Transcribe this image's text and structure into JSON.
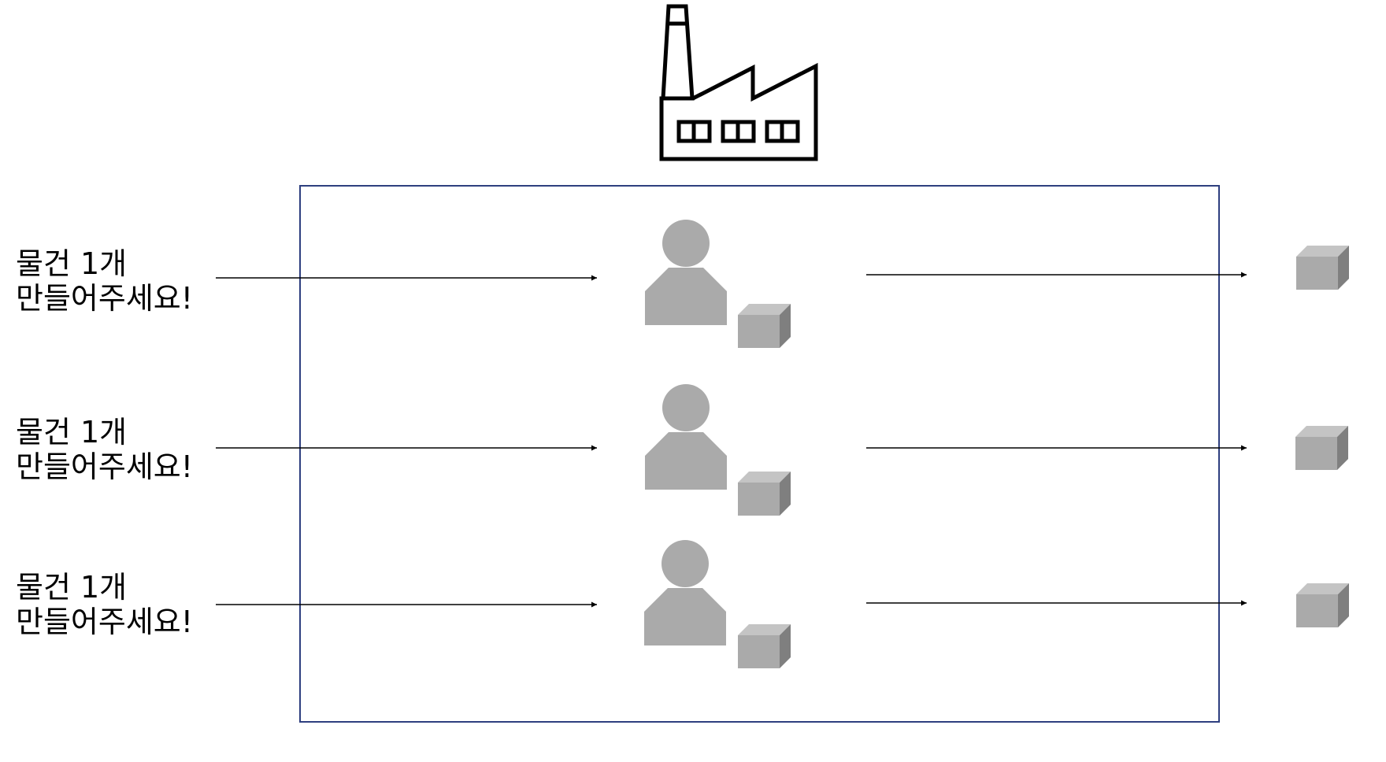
{
  "requests": [
    {
      "line1": "물건 1개",
      "line2": "만들어주세요!"
    },
    {
      "line1": "물건 1개",
      "line2": "만들어주세요!"
    },
    {
      "line1": "물건 1개",
      "line2": "만들어주세요!"
    }
  ],
  "icons": {
    "factory": "factory-icon",
    "worker": "worker-icon",
    "product": "box-icon"
  },
  "colors": {
    "frame": "#2e3f7f",
    "figure": "#aaaaaa",
    "box_top": "#c4c4c4",
    "box_side": "#7f7f7f",
    "line": "#000000"
  }
}
